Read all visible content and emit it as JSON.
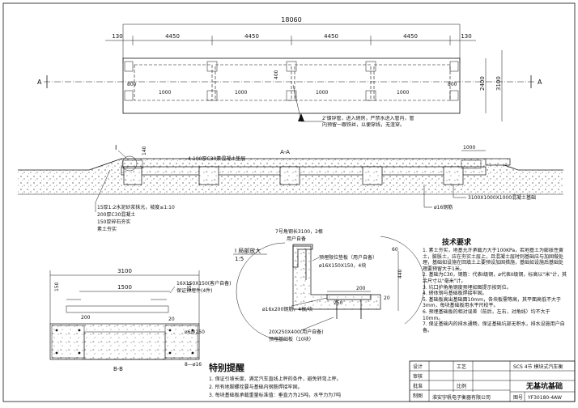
{
  "plan": {
    "total_length": "18060",
    "end_offset_left": "130",
    "end_offset_right": "130",
    "segment": "4450",
    "width_outer": "3100",
    "width_inner": "2400",
    "pier_w": "800",
    "pier_h": "400",
    "pier_len": "1000",
    "section_mark": "A",
    "conduit_note": "2'镀锌管，进入磅房，严禁水进入管内，管内预留一跟铁丝，以便穿线，无渣穿。"
  },
  "section_aa": {
    "title": "A-A",
    "detail_mark": "I",
    "dim_140": "140",
    "slab_note": "4-100厚C30素混凝土垫层",
    "ramp_len": "1000",
    "layers": [
      "15厚1:2水泥砂浆抹光，坡度≤1:10",
      "200厚C30混凝土",
      "150厚碎石夯实",
      "素土夯实"
    ],
    "pit_note": "3100X1000X1000混凝土基础",
    "rebar_note": "ø16钢筋"
  },
  "detail_i": {
    "title": "I 局部放大",
    "scale": "1:5",
    "angle_note": "7号角钢长3100，2根",
    "user_note": "用户自备",
    "plate_note": "预埋限位垫板（用户自备）",
    "plate_size": "ø16X150X150，4块",
    "anchor_note": "ø16x200钢筋，4根/块",
    "base_plate_note": "20X250X400(用户自备)",
    "base_plate_sub": "预埋基础板（10块）",
    "dim_200": "200",
    "dim_20": "20",
    "dim_250": "250",
    "dim_60": "60",
    "dim_440": "440"
  },
  "section_bb": {
    "title": "B-B",
    "width": "3100",
    "inner": "1500",
    "plate_note": "16X150X150(客户自备)",
    "plate_sub": "保证预埋件(4件)",
    "dim_150": "150",
    "dim_200": "200",
    "dim_20": "20",
    "rebar_6": "ø6@250",
    "rebar_16": "8—ø16"
  },
  "reminder": {
    "title": "特别提醒",
    "items": [
      "1. 保证引坡长度，满足汽车直线上秤的条件，避免转弯上秤。",
      "2. 所有地脚螺栓要与基础内钢筋焊接牢固。",
      "3. 每块基础板承载重量标准值：垂直力为25吨，水平力为7吨"
    ]
  },
  "tech": {
    "title": "技术要求",
    "items": [
      "1. 素土夯实，地基允许承载力大于100KPa，若地基土为膨胀性黄土，膨胀土，应在夯实土层上，且混凝土层时则基础应与加固做处理，基础如设施在回填土上要预设加固措施，基础如设施后基础处理要预留大于1米。",
      "2. 基础为C30，钢筋：代表I级钢，ø代表II级钢，标高以\"米\"计，其余尺寸以\"毫米\"计。",
      "3. 坑口护角角钢度预埋如图提示按到位。",
      "4. 磅体钢与基础板焊接牢固。",
      "5. 基础板高出基础面10mm，各块板需等高，其平面高低不大于3mm，每块基础板用水平尺校平。",
      "6. 预埋基础板的相对误差（前后，左右，对角线）均不大于10mm。",
      "7. 保证基础内的排水通畅，保证基础坑部无积水，排水设施用户自备。"
    ]
  },
  "title_block": {
    "row_labels": [
      "设计",
      "审核",
      "批准",
      "制图"
    ],
    "process": "工艺",
    "scale_label": "比例",
    "product": "SCS 4节 模块式汽车衡",
    "drawing_name": "无基坑基础",
    "company": "淮安宇帆电子衡器有限公司",
    "drawing_no_label": "图号",
    "drawing_no": "YF30180-4AW"
  }
}
